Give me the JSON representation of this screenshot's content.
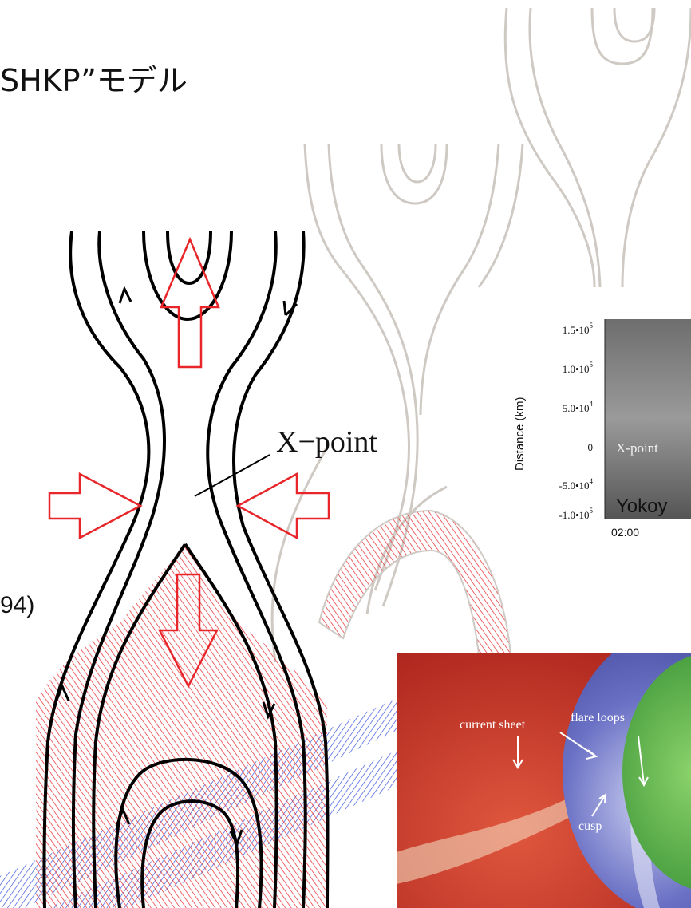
{
  "title": "SHKP”モデル",
  "citation": "94)",
  "diagram": {
    "xpoint_label": "X−point"
  },
  "plot": {
    "y_axis_label": "Distance (km)",
    "y_ticks": [
      "1.5•10",
      "1.0•10",
      "5.0•10",
      "0",
      "-5.0•10",
      "-1.0•10"
    ],
    "y_tick_exponents": [
      "5",
      "5",
      "4",
      "",
      "4",
      "5"
    ],
    "x_tick": "02:00",
    "xpoint_label": "X-point",
    "credit_partial": "Yokoy"
  },
  "photo": {
    "labels": {
      "flare_loops": "flare loops",
      "current_sheet": "current sheet",
      "cusp": "cusp"
    }
  },
  "colors": {
    "field_lines": "#000000",
    "arrows": "#e8262a",
    "hatch_red": "#e8262a",
    "hatch_blue": "#3a55e0",
    "ghost_lines": "#cfc9c4",
    "photo_red": "#c8271b",
    "photo_blue": "#5a63b8",
    "photo_green": "#38a236"
  }
}
